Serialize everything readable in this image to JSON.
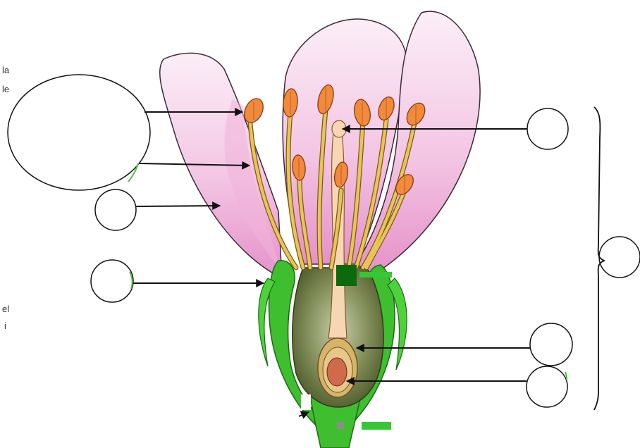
{
  "diagram": {
    "side_text_fragments": [
      "la",
      "le",
      "el",
      "i"
    ],
    "colors": {
      "petal_fill": "#f3c6e4",
      "petal_deep": "#e890c8",
      "petal_stroke": "#3a2a3a",
      "filament": "#e8c45a",
      "filament_stroke": "#7a5a12",
      "anther": "#f08a3c",
      "anther_stroke": "#8a3a10",
      "style": "#f7d6b4",
      "sepal": "#3fbf2f",
      "sepal_stroke": "#1b6a12",
      "ovary": "#6f7b4a",
      "ovule_outer": "#d6b46a",
      "ovule_inner": "#cf6a4a",
      "marker_dark": "#0b6a0b",
      "marker_light": "#35c835",
      "marker_grey": "#8c8c8c",
      "line": "#111111"
    }
  }
}
